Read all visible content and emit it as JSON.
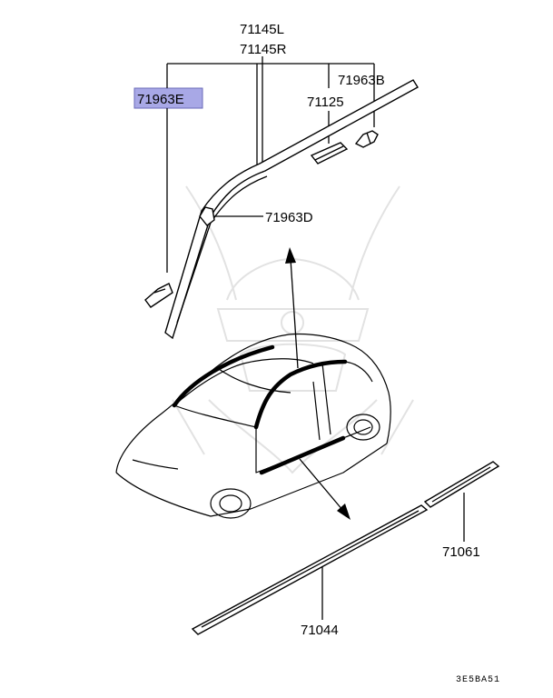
{
  "diagram": {
    "callouts": {
      "p71145L": "71145L",
      "p71145R": "71145R",
      "p71963B": "71963B",
      "p71963E": "71963E",
      "p71125": "71125",
      "p71963D": "71963D",
      "p71061": "71061",
      "p71044": "71044"
    },
    "drawing_code": "3E5BA51",
    "highlight_color": "#a8a8e6"
  }
}
